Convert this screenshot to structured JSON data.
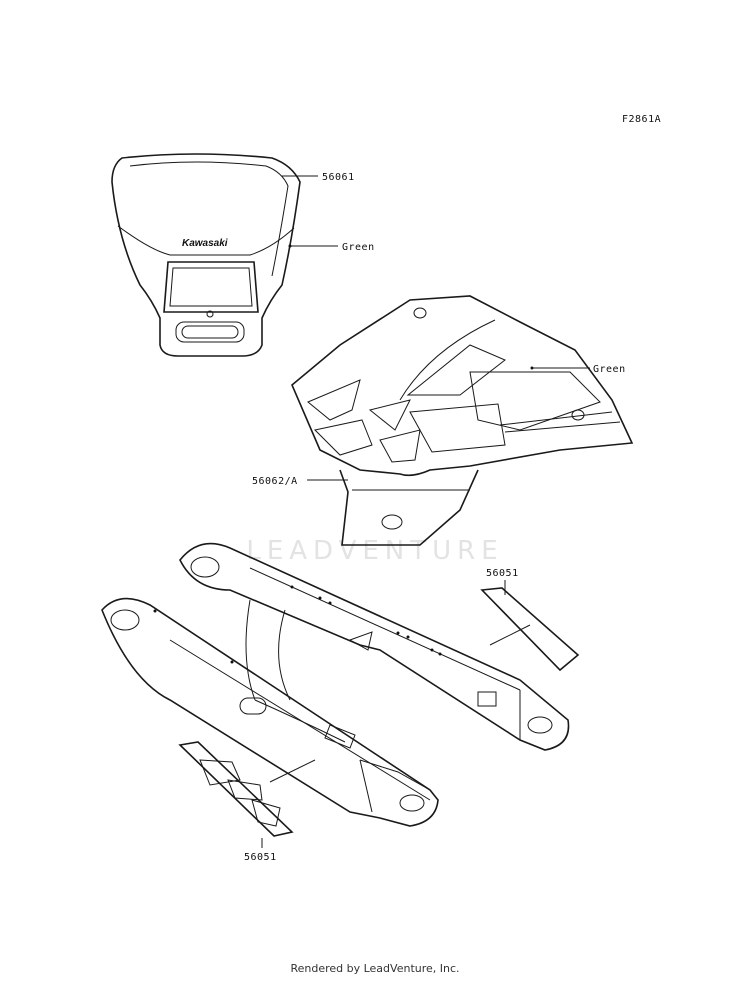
{
  "figure_code": "F2861A",
  "watermark": "LEADVENTURE",
  "footer": "Rendered by LeadVenture, Inc.",
  "callouts": {
    "headlight_part": "56061",
    "headlight_color": "Green",
    "shroud_color": "Green",
    "shroud_part": "56062/A",
    "swingarm_right_part": "56051",
    "swingarm_left_part": "56051"
  },
  "logo_text": "Kawasaki"
}
